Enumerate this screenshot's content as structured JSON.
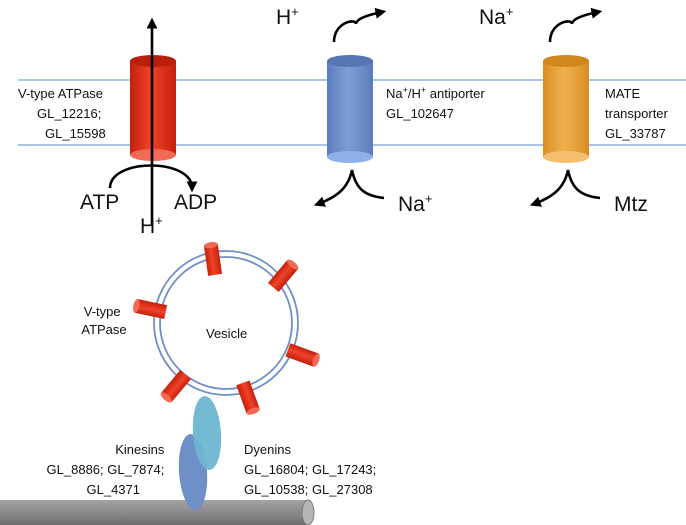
{
  "membrane_transporters": {
    "v_atpase": {
      "label_lines": [
        "V-type ATPase",
        "GL_12216;",
        "GL_15598"
      ],
      "color": "#e8341c",
      "inputs": {
        "atp": "ATP",
        "adp": "ADP"
      },
      "ion": {
        "base": "H",
        "charge": "+"
      }
    },
    "antiporter": {
      "label_line1_parts": [
        "Na",
        "+",
        "/H",
        "+",
        " antiporter"
      ],
      "label_line2": "GL_102647",
      "color": "#6f8fc9",
      "ion_out": {
        "base": "H",
        "charge": "+"
      },
      "ion_in": {
        "base": "Na",
        "charge": "+"
      }
    },
    "mate": {
      "label_lines": [
        "MATE",
        "transporter",
        "GL_33787"
      ],
      "color": "#e9a23b",
      "ion_out": {
        "base": "Na",
        "charge": "+"
      },
      "substrate": "Mtz"
    }
  },
  "vesicle": {
    "label": "Vesicle",
    "atpase_label_lines": [
      "V-type",
      "ATPase"
    ],
    "pump_color": "#e8341c"
  },
  "motors": {
    "kinesins": {
      "title": "Kinesins",
      "lines": [
        "GL_8886; GL_7874;",
        "GL_4371"
      ],
      "color": "#6f8fc9"
    },
    "dyenins": {
      "title": "Dyenins",
      "lines": [
        "GL_16804; GL_17243;",
        "GL_10538; GL_27308"
      ],
      "color": "#6cb6d0"
    },
    "microtubule_color": "#8c8c8c"
  },
  "colors": {
    "membrane": "#a9c4e8"
  }
}
